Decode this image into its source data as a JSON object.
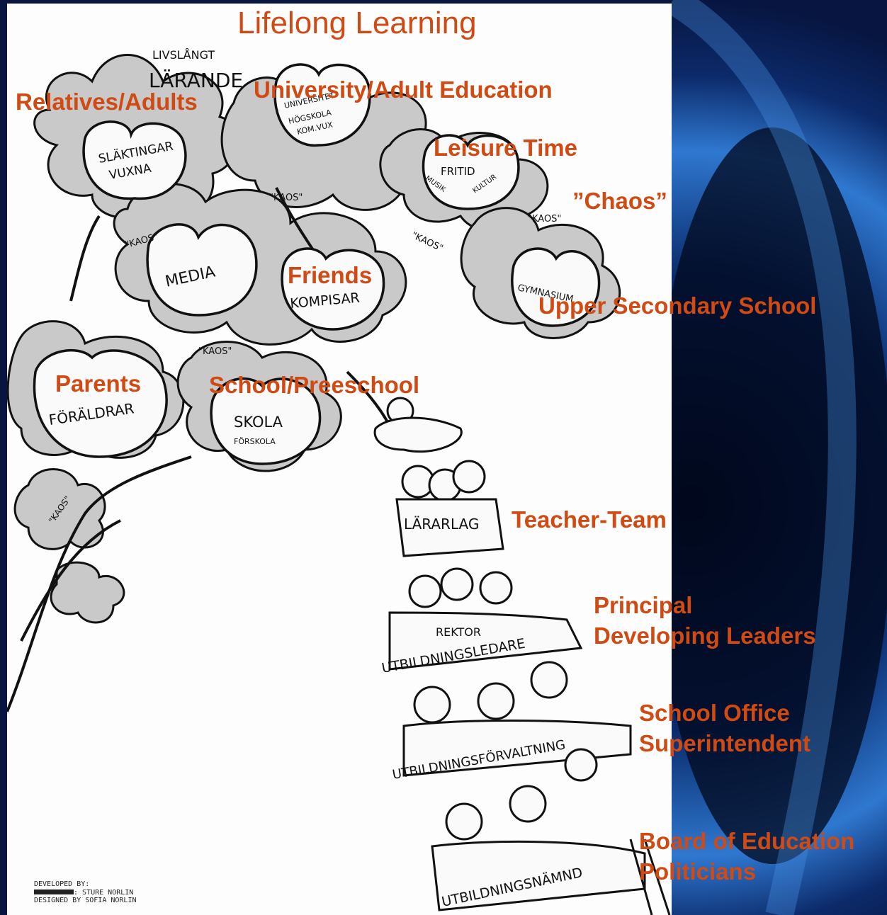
{
  "title": "Lifelong Learning",
  "english_labels": {
    "relatives": "Relatives/Adults",
    "university": "University/Adult Education",
    "leisure": "Leisure Time",
    "chaos": "”Chaos”",
    "friends": "Friends",
    "upper_secondary": "Upper Secondary School",
    "parents": "Parents",
    "school": "School/Preeschool",
    "teacher_team": "Teacher-Team",
    "principal": "Principal",
    "developing_leaders": "Developing Leaders",
    "school_office": "School Office",
    "superintendent": "Superintendent",
    "board": "Board of Education",
    "politicians": "Politicians"
  },
  "swedish_labels": {
    "livslangt": "LIVSLÅNGT",
    "larande": "LÄRANDE",
    "universitet": "UNIVERSITET",
    "hogskola": "HÖGSKOLA",
    "komvux": "KOM.VUX",
    "slaktingar": "SLÄKTINGAR",
    "vuxna": "VUXNA",
    "fritid": "FRITID",
    "musik": "MUSIK",
    "kultur": "KULTUR",
    "media": "MEDIA",
    "kompisar": "KOMPISAR",
    "gymnasium": "GYMNASIUM",
    "foraldrar": "FÖRÄLDRAR",
    "skola": "SKOLA",
    "forskola": "FÖRSKOLA",
    "kaos": "\"KAOS\"",
    "lararlag": "LÄRARLAG",
    "rektor": "REKTOR",
    "utbildningsledare": "UTBILDNINGSLEDARE",
    "utbildningsforvaltning": "UTBILDNINGSFÖRVALTNING",
    "utbildningsnamnd": "UTBILDNINGSNÄMND"
  },
  "credits": {
    "line1": "DEVELOPED BY:",
    "line2": ": STURE NORLIN",
    "line3": "DESIGNED BY SOFIA NORLIN"
  },
  "colors": {
    "label": "#d04a14",
    "background_dark": "#0a1a4a",
    "background_blue": "#2a6bc4",
    "paper": "#fdfdfd"
  }
}
